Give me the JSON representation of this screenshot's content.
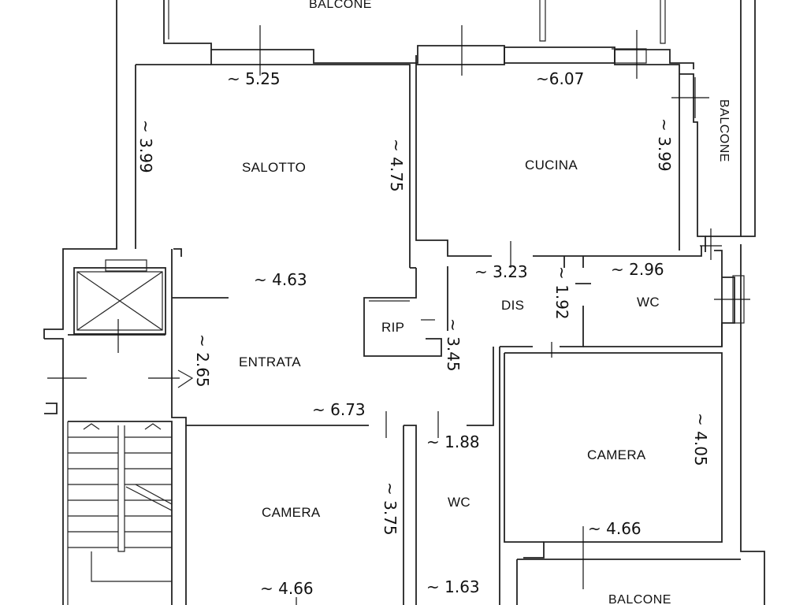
{
  "rooms": {
    "balcone_top": "BALCONE",
    "balcone_right": "BALCONE",
    "balcone_bottom": "BALCONE",
    "salotto": "SALOTTO",
    "cucina": "CUCINA",
    "entrata": "ENTRATA",
    "rip": "RIP",
    "dis": "DIS",
    "wc_right": "WC",
    "wc_bottom": "WC",
    "camera_left": "CAMERA",
    "camera_right": "CAMERA"
  },
  "dimensions": {
    "salotto_width": "~ 5.25",
    "salotto_height": "~ 3.99",
    "salotto_inner": "~ 4.75",
    "cucina_width": "~6.07",
    "cucina_height": "~ 3.99",
    "entrata_width": "~ 4.63",
    "entrata_small": "~ 2.65",
    "dis_width": "~ 3.23",
    "dis_height": "~ 1.92",
    "wc_right_width": "~ 2.96",
    "rip_height": "~ 3.45",
    "corridor_width": "~ 6.73",
    "wc_bottom_top": "~ 1.88",
    "wc_bottom_height": "~ 3.75",
    "wc_bottom_width": "~ 1.63",
    "camera_left_width": "~ 4.66",
    "camera_right_width": "~ 4.66",
    "camera_right_height": "~ 4.05"
  }
}
